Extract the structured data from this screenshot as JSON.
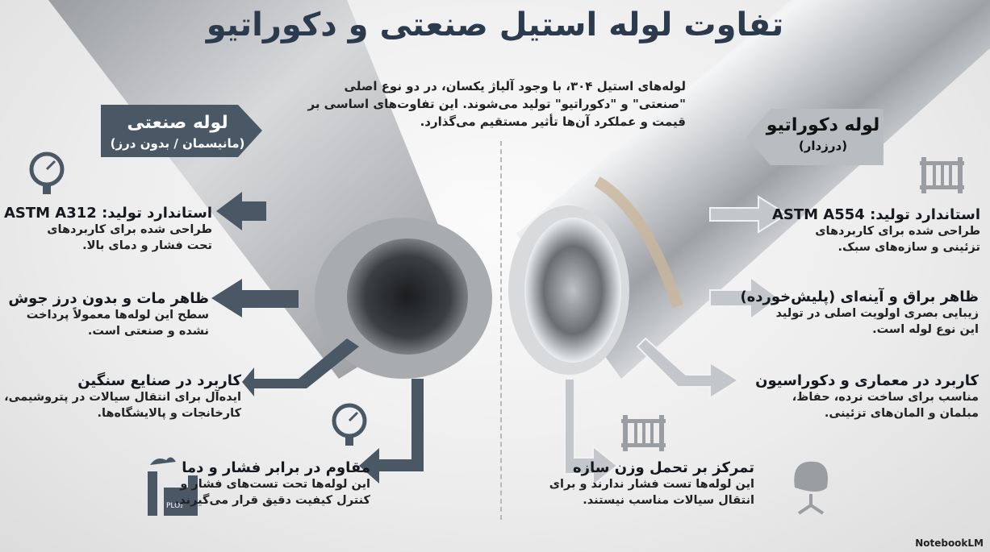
{
  "title": "تفاوت لوله استیل صنعتی و دکوراتیو",
  "intro": "لوله‌های استیل ۳۰۴، با وجود آلیاژ یکسان، در دو نوع اصلی \"صنعتی\" و \"دکوراتیو\" تولید می‌شوند. این تفاوت‌های اساسی بر قیمت و عملکرد آن‌ها تأثیر مستقیم می‌گذارد.",
  "industrial": {
    "label": "لوله صنعتی",
    "sublabel": "(مانیسمان / بدون درز)",
    "color": "#4a5866",
    "points": [
      {
        "heading": "استاندارد تولید: ASTM A312",
        "desc": [
          "طراحی شده برای کاربردهای",
          "تحت فشار و دمای بالا."
        ]
      },
      {
        "heading": "ظاهر مات و بدون درز جوش",
        "desc": [
          "سطح این لوله‌ها معمولاً پرداخت",
          "نشده و صنعتی است."
        ]
      },
      {
        "heading": "کاربرد در صنایع سنگین",
        "desc": [
          "ایده‌آل برای انتقال سیالات در پتروشیمی،",
          "کارخانجات و پالایشگاه‌ها."
        ]
      },
      {
        "heading": "مقاوم در برابر فشار و دما",
        "desc": [
          "این لوله‌ها تحت تست‌های فشار و",
          "کنترل کیفیت دقیق قرار می‌گیرند."
        ]
      }
    ],
    "factory_icon_text": "PLO₂"
  },
  "decorative": {
    "label": "لوله دکوراتیو",
    "sublabel": "(درزدار)",
    "color": "#b9bcc0",
    "points": [
      {
        "heading": "استاندارد تولید: ASTM A554",
        "desc": [
          "طراحی شده برای کاربردهای",
          "تزئینی و سازه‌های سبک."
        ]
      },
      {
        "heading": "ظاهر براق و آینه‌ای (پلیش‌خورده)",
        "desc": [
          "زیبایی بصری اولویت اصلی در تولید",
          "این نوع لوله است."
        ]
      },
      {
        "heading": "کاربرد در معماری و دکوراسیون",
        "desc": [
          "مناسب برای ساخت نرده، حفاظ،",
          "مبلمان و المان‌های تزئینی."
        ]
      },
      {
        "heading": "تمرکز بر تحمل وزن سازه",
        "desc": [
          "این لوله‌ها تست فشار ندارند و برای",
          "انتقال سیالات مناسب نیستند."
        ]
      }
    ]
  },
  "brand": "NotebookLM"
}
